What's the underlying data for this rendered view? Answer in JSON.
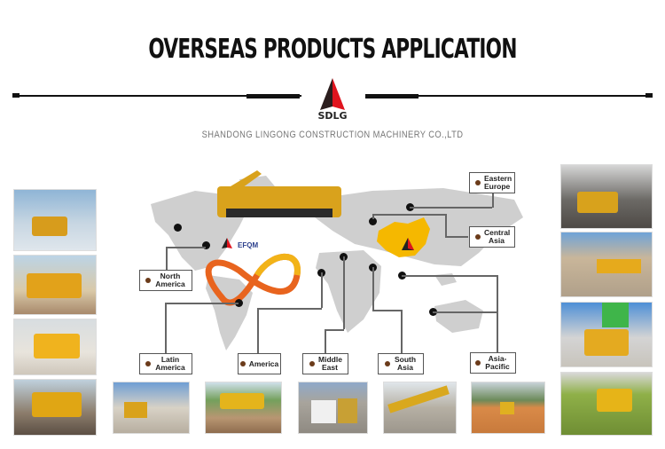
{
  "header": {
    "title": "OVERSEAS PRODUCTS APPLICATION",
    "logo_text": "SDLG",
    "subtitle": "SHANDONG LINGONG CONSTRUCTION MACHINERY CO.,LTD"
  },
  "map": {
    "center_logos": {
      "brand": "SDLG",
      "partner": "EFQM"
    },
    "highlight_country_color": "#f5b800",
    "regions": [
      {
        "id": "north-america",
        "label": "North America"
      },
      {
        "id": "latin-america",
        "label": "Latin America"
      },
      {
        "id": "america",
        "label": "America"
      },
      {
        "id": "middle-east",
        "label": "Middle East"
      },
      {
        "id": "south-asia",
        "label": "South Asia"
      },
      {
        "id": "asia-pacific",
        "label": "Asia-Pacific"
      },
      {
        "id": "eastern-europe",
        "label": "Eastern Europe"
      },
      {
        "id": "central-asia",
        "label": "Central Asia"
      }
    ]
  },
  "photos": {
    "left": [
      "wheel-loader-log-grapple",
      "backhoe-loader",
      "wheel-loader-gravel",
      "wheel-loader-earthwork"
    ],
    "right": [
      "loader-loading-truck",
      "excavator-quarry",
      "loader-concrete-plant",
      "mini-excavator-lawn"
    ],
    "bottom": [
      "loader-dust-truck",
      "road-roller-gravel",
      "loader-stone-block",
      "long-reach-excavator",
      "roller-dirt-road"
    ]
  }
}
